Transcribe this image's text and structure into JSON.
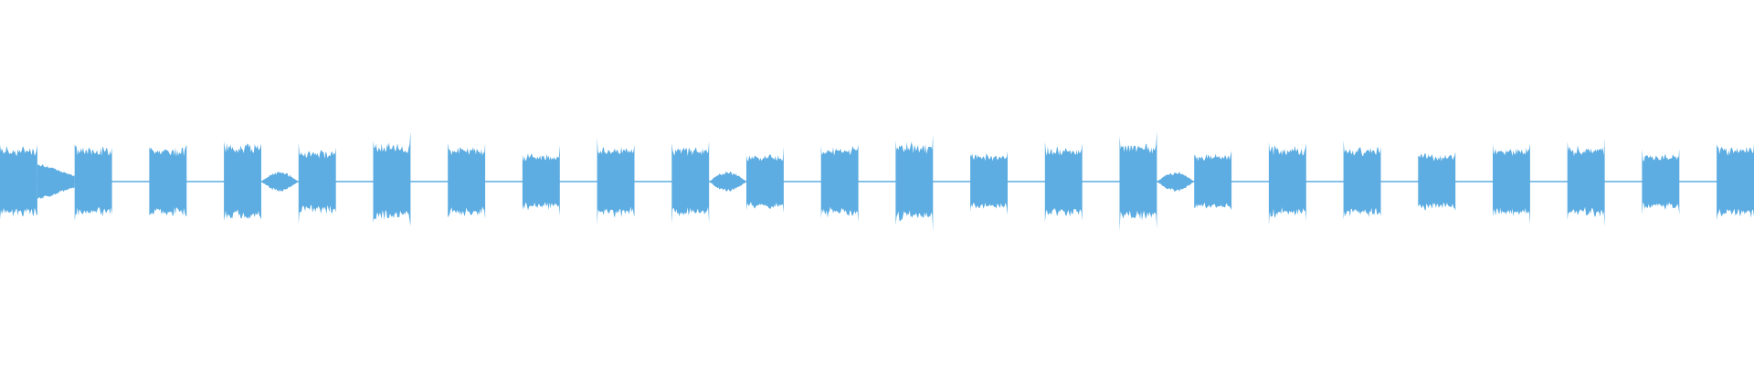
{
  "waveform": {
    "color": "#5DADE2",
    "background": "#ffffff",
    "segments": [
      {
        "shape": "box",
        "height": 0.1
      },
      {
        "shape": "taper",
        "height": 0.05
      },
      {
        "shape": "box",
        "height": 0.1
      },
      {
        "shape": "line"
      },
      {
        "shape": "box",
        "height": 0.1
      },
      {
        "shape": "line"
      },
      {
        "shape": "box",
        "height": 0.11
      },
      {
        "shape": "bump",
        "height": 0.03
      },
      {
        "shape": "box",
        "height": 0.09
      },
      {
        "shape": "line"
      },
      {
        "shape": "box",
        "height": 0.11
      },
      {
        "shape": "line"
      },
      {
        "shape": "box",
        "height": 0.1
      },
      {
        "shape": "line"
      },
      {
        "shape": "box",
        "height": 0.08
      },
      {
        "shape": "line"
      },
      {
        "shape": "box",
        "height": 0.1
      },
      {
        "shape": "line"
      },
      {
        "shape": "box",
        "height": 0.1
      },
      {
        "shape": "bump",
        "height": 0.03
      },
      {
        "shape": "box",
        "height": 0.08
      },
      {
        "shape": "line"
      },
      {
        "shape": "box",
        "height": 0.1
      },
      {
        "shape": "line"
      },
      {
        "shape": "box",
        "height": 0.11
      },
      {
        "shape": "line"
      },
      {
        "shape": "box",
        "height": 0.08
      },
      {
        "shape": "line"
      },
      {
        "shape": "box",
        "height": 0.1
      },
      {
        "shape": "line"
      },
      {
        "shape": "box",
        "height": 0.11
      },
      {
        "shape": "bump",
        "height": 0.03
      },
      {
        "shape": "box",
        "height": 0.08
      },
      {
        "shape": "line"
      },
      {
        "shape": "box",
        "height": 0.1
      },
      {
        "shape": "line"
      },
      {
        "shape": "box",
        "height": 0.1
      },
      {
        "shape": "line"
      },
      {
        "shape": "box",
        "height": 0.08
      },
      {
        "shape": "line"
      },
      {
        "shape": "box",
        "height": 0.1
      },
      {
        "shape": "line"
      },
      {
        "shape": "box",
        "height": 0.1
      },
      {
        "shape": "line"
      },
      {
        "shape": "box",
        "height": 0.08
      },
      {
        "shape": "line"
      },
      {
        "shape": "box",
        "height": 0.1
      }
    ]
  }
}
